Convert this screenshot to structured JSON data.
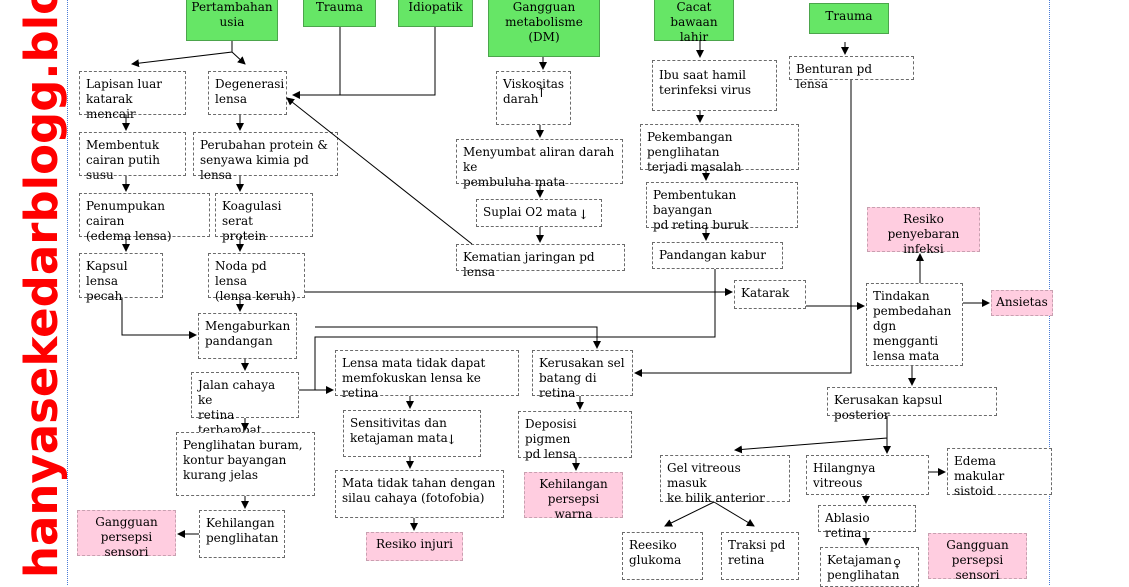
{
  "watermark": "hanyasekedarblogg.blogspot.com",
  "nodes": {
    "pertambahan_usia": "Pertambahan\nusia",
    "trauma_top": "Trauma",
    "idiopatik": "Idiopatik",
    "gangguan_metabolisme": "Gangguan\nmetabolisme\n(DM)",
    "cacat_bawaan": "Cacat bawaan\nlahir",
    "trauma_right": "Trauma",
    "lapisan_luar": "Lapisan luar\nkatarak mencair",
    "degenerasi": "Degenerasi\nlensa",
    "viskositas": "Viskositas\ndarah",
    "ibu_hamil": "Ibu saat hamil\nterinfeksi virus",
    "benturan": "Benturan pd lensa",
    "membentuk": "Membentuk\ncairan putih susu",
    "perubahan_protein": "Perubahan protein &\nsenyawa kimia pd lensa",
    "menyumbat": "Menyumbat aliran darah ke\npembuluha mata",
    "pekembangan": "Pekembangan penglihatan\nterjadi masalah",
    "penumpukan": "Penumpukan cairan\n(edema lensa)",
    "koagulasi": "Koagulasi serat\nprotein",
    "suplai": "Suplai O2 mata",
    "pembentukan": "Pembentukan bayangan\npd retina buruk",
    "resiko_infeksi": "Resiko\npenyebaran infeksi",
    "kematian": "Kematian jaringan pd lensa",
    "pandangan_kabur": "Pandangan kabur",
    "kapsul_pecah": "Kapsul lensa\npecah",
    "noda": "Noda pd lensa\n(lensa keruh)",
    "katarak": "Katarak",
    "tindakan": "Tindakan\npembedahan\ndgn mengganti\nlensa mata",
    "ansietas": "Ansietas",
    "mengaburkan": "Mengaburkan\npandangan",
    "lensa_tidak": "Lensa mata tidak dapat\nmemfokuskan lensa ke retina",
    "kerusakan_sel": "Kerusakan sel\nbatang di retina",
    "jalan_cahaya": "Jalan cahaya ke\nretina terhambat",
    "kerusakan_kapsul": "Kerusakan kapsul posterior",
    "sensitivitas": "Sensitivitas dan\nketajaman mata",
    "deposisi": "Deposisi pigmen\npd lensa",
    "penglihatan_buram": "Penglihatan buram,\nkontur bayangan\nkurang jelas",
    "gel_vitreous": "Gel vitreous masuk\nke bilik anterior",
    "hilangnya": "Hilangnya vitreous",
    "edema_makular": "Edema makular\nsistoid",
    "mata_tidak_tahan": "Mata tidak tahan dengan\nsilau cahaya (fotofobia)",
    "kehilangan_warna": "Kehilangan\npersepsi warna",
    "gangguan_sensori_left": "Gangguan\npersepsi sensori",
    "kehilangan_penglihatan": "Kehilangan\npenglihatan",
    "ablasio": "Ablasio retina",
    "resiko_injuri": "Resiko injuri",
    "reesiko_glukoma": "Reesiko\nglukoma",
    "traksi": "Traksi pd\nretina",
    "ketajaman": "Ketajaman\npenglihatan",
    "gangguan_sensori_right": "Gangguan\npersepsi sensori"
  },
  "colors": {
    "cause": "#66e666",
    "diagnosis": "#ffcde0",
    "watermark": "#ff0000"
  }
}
